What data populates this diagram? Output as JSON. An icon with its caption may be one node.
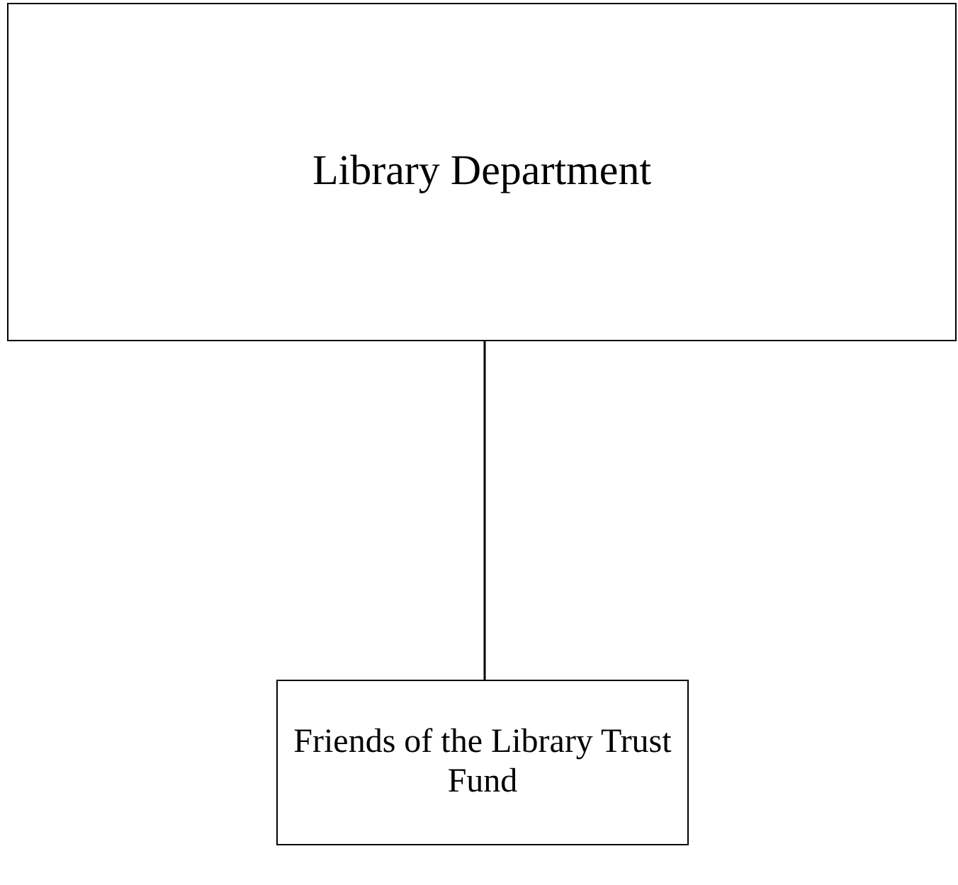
{
  "diagram": {
    "nodes": [
      {
        "text": [
          "Library Department"
        ]
      },
      {
        "text": [
          "Friends of the Library Trust Fund"
        ]
      }
    ],
    "edges": [
      {
        "from": 0,
        "to": 1,
        "arrow": "none"
      }
    ]
  }
}
